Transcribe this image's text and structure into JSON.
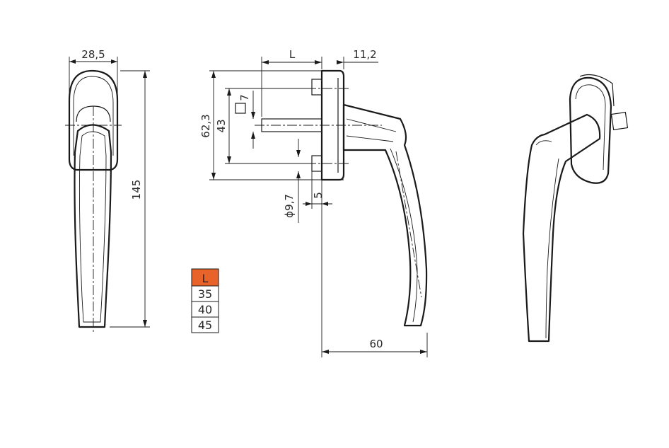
{
  "dimensions": {
    "front_width": "28,5",
    "front_height": "145",
    "spindle_length": "L",
    "base_depth": "11,2",
    "outer_height": "62,3",
    "screw_spacing": "43",
    "square_spindle": "7",
    "hole_diameter_symbol": "ϕ",
    "hole_diameter": "9,7",
    "offset": "5",
    "lever_reach": "60"
  },
  "length_table": {
    "header": "L",
    "header_color": "#e8632a",
    "values": [
      "35",
      "40",
      "45"
    ]
  }
}
